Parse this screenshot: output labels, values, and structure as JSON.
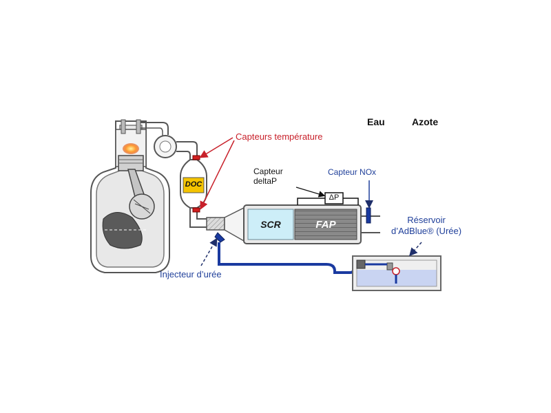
{
  "legend": {
    "eau": "Eau",
    "azote": "Azote"
  },
  "labels": {
    "capteurs_temperature": "Capteurs température",
    "capteur_deltap_line1": "Capteur",
    "capteur_deltap_line2": "deltaP",
    "capteur_nox": "Capteur NOx",
    "reservoir_line1": "Réservoir",
    "reservoir_line2": "d’AdBlue® (Urée)",
    "injecteur": "Injecteur d’urée"
  },
  "components": {
    "doc": "DOC",
    "scr": "SCR",
    "fap": "FAP",
    "delta_p": "ΔP"
  },
  "colors": {
    "red_label": "#c8202a",
    "blue_label": "#1f3f9a",
    "doc_fill": "#f5c400",
    "scr_fill": "#cdeef8",
    "fap_fill": "#7a7a7a",
    "urea_line": "#1a3aa0",
    "tank_liquid": "#c9d4f2"
  }
}
